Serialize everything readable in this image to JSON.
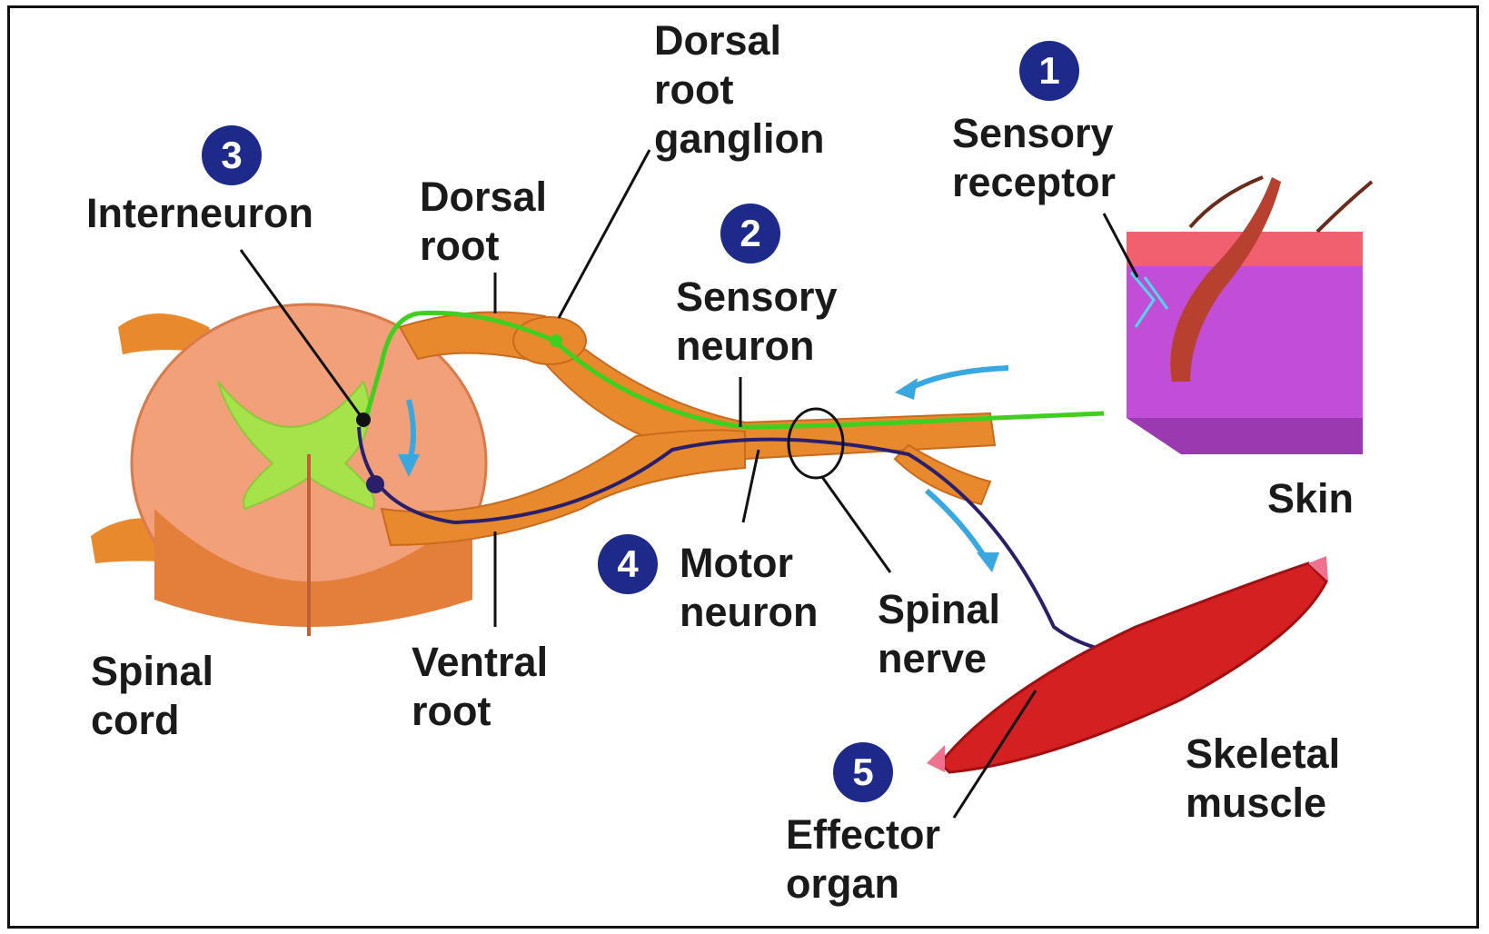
{
  "steps": [
    {
      "number": "1",
      "label_lines": [
        "Sensory",
        "receptor"
      ]
    },
    {
      "number": "2",
      "label_lines": [
        "Sensory",
        "neuron"
      ]
    },
    {
      "number": "3",
      "label_lines": [
        "Interneuron"
      ]
    },
    {
      "number": "4",
      "label_lines": [
        "Motor",
        "neuron"
      ]
    },
    {
      "number": "5",
      "label_lines": [
        "Effector",
        "organ"
      ]
    }
  ],
  "labels": {
    "dorsal_root_ganglion": [
      "Dorsal",
      "root",
      "ganglion"
    ],
    "dorsal_root": [
      "Dorsal",
      "root"
    ],
    "ventral_root": [
      "Ventral",
      "root"
    ],
    "spinal_cord": [
      "Spinal",
      "cord"
    ],
    "spinal_nerve": [
      "Spinal",
      "nerve"
    ],
    "skin": "Skin",
    "skeletal_muscle": [
      "Skeletal",
      "muscle"
    ]
  },
  "colors": {
    "nerve": "#e8892e",
    "spinal_cord": "#f2a07a",
    "gray_matter": "#a6e34a",
    "sensory_path": "#3fcf1f",
    "motor_path": "#2a1f6b",
    "skin_top": "#f0606e",
    "skin_body": "#c24dd6",
    "muscle": "#d42020",
    "arrow": "#3aa8e0",
    "step_badge": "#1d2a8a"
  }
}
